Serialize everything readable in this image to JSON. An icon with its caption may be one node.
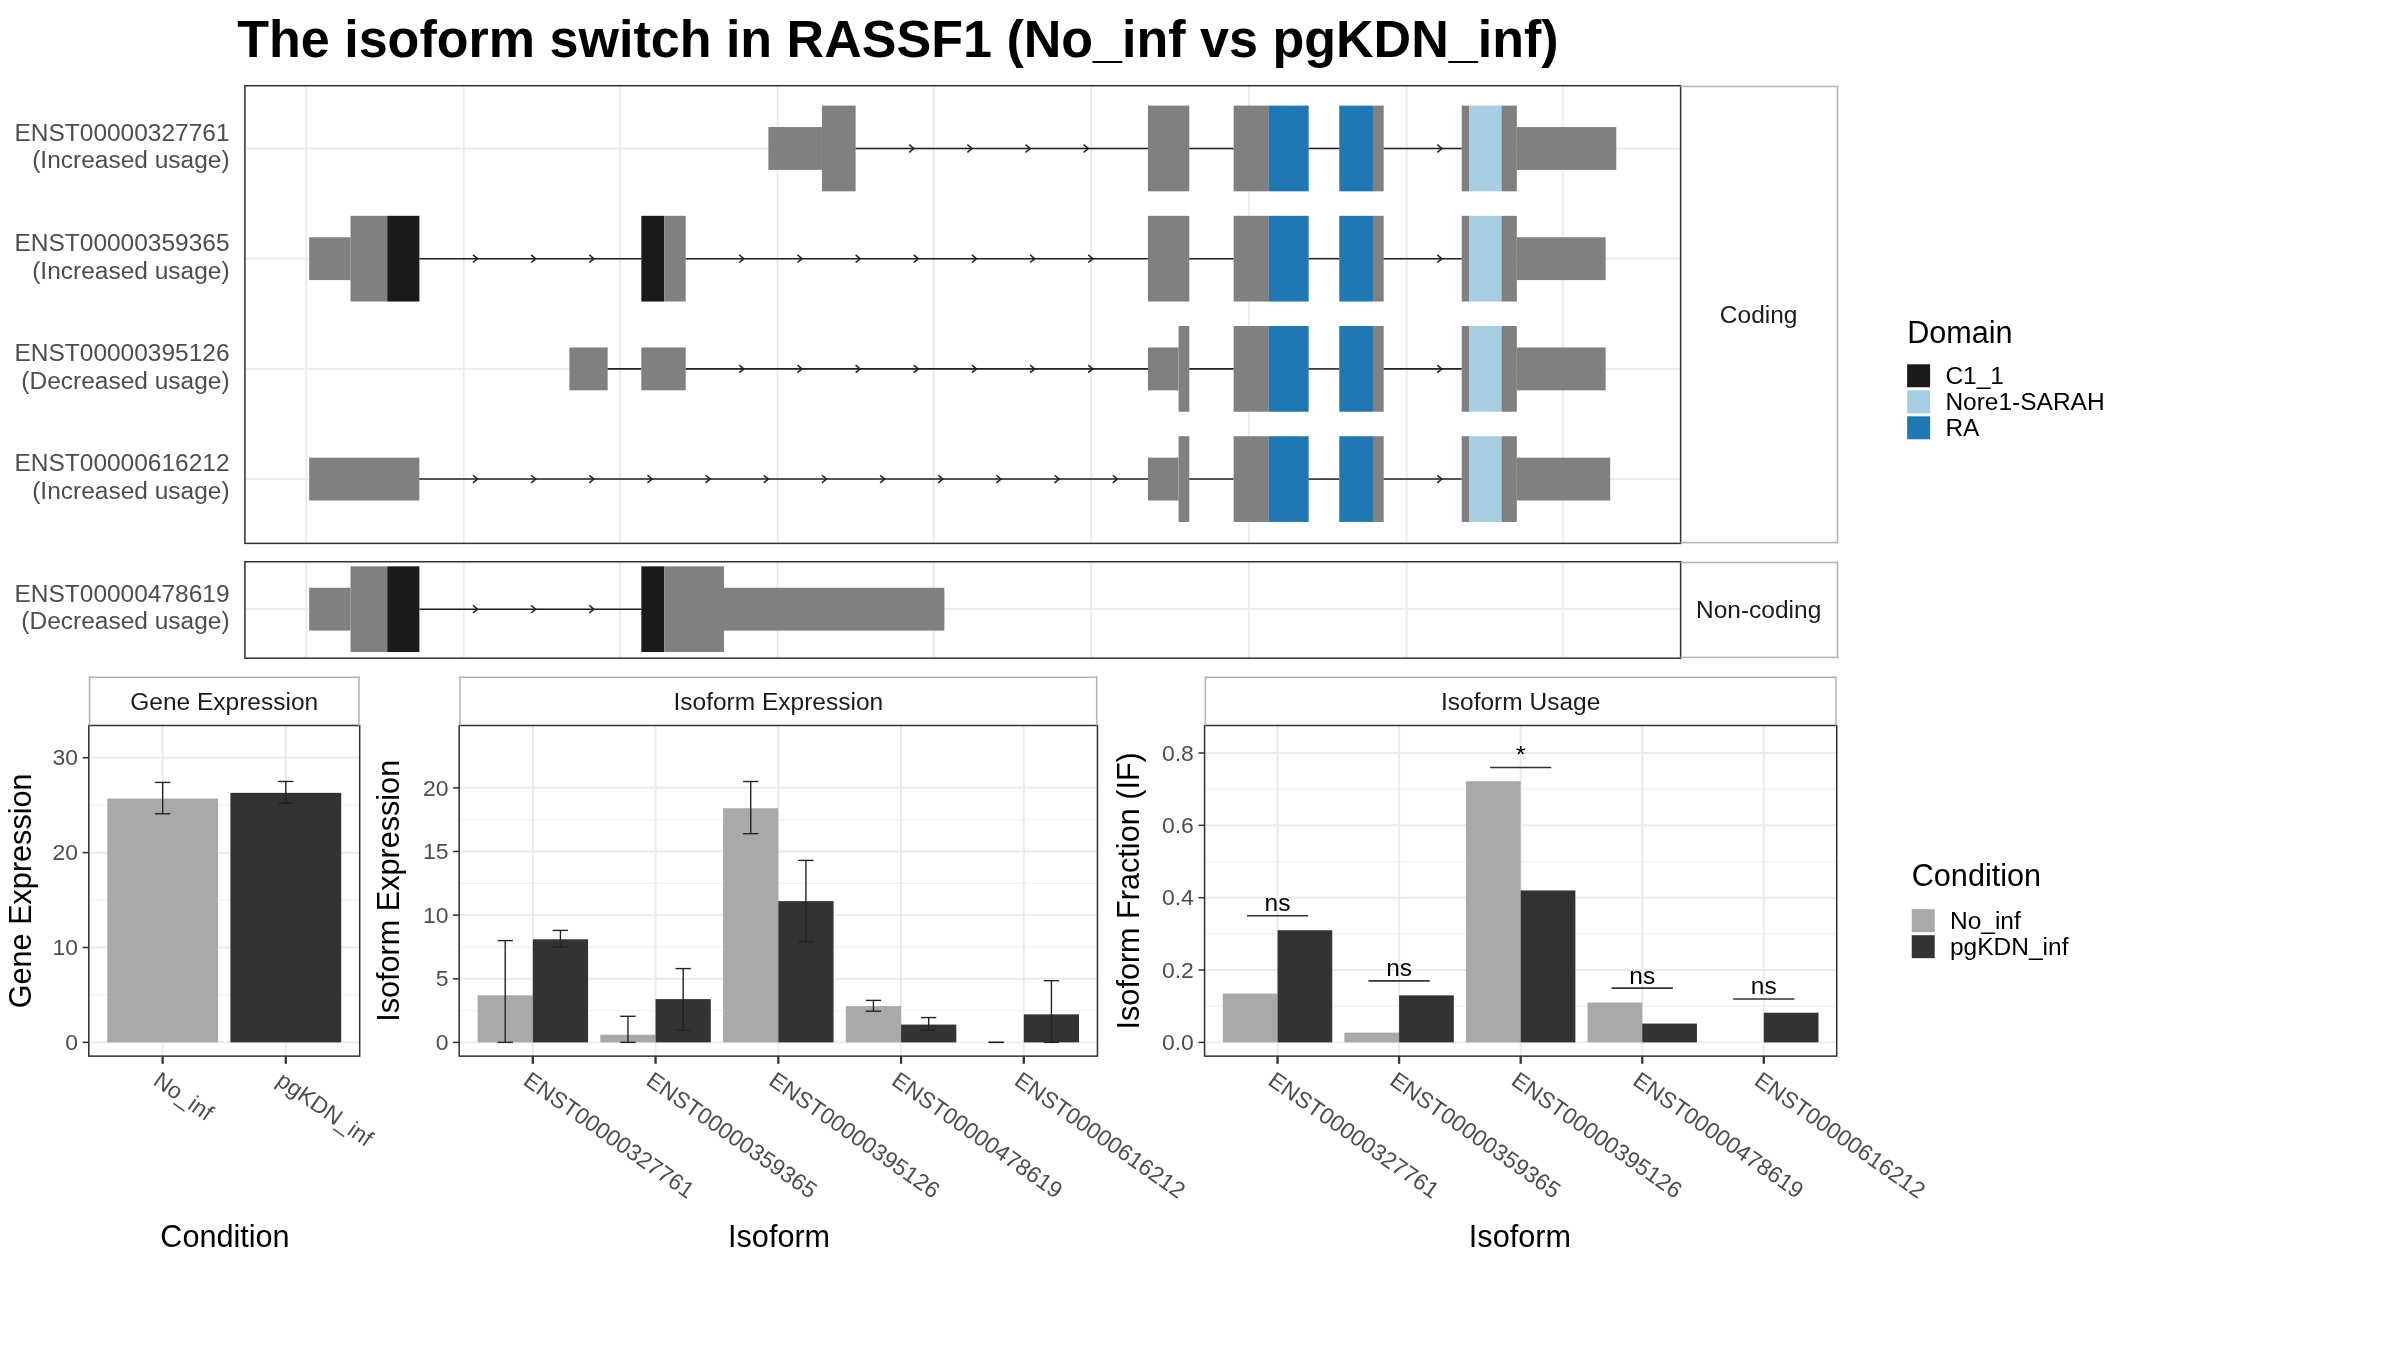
{
  "diagram": {
    "title": "The isoform switch in RASSF1 (No_inf vs pgKDN_inf)",
    "labels": [
      "ENST00000327761 (Increased usage)",
      "ENST00000359365 (Increased usage)",
      "ENST00000395126 (Decreased usage)",
      "ENST00000616212 (Increased usage)",
      "ENST00000478619 (Decreased usage)",
      "Coding",
      "Non-coding",
      "Domain",
      "Condition"
    ],
    "legend": [
      {
        "text": "C1_1",
        "color": "#1a1a1a"
      },
      {
        "text": "Nore1-SARAH",
        "color": "#a6cee3"
      },
      {
        "text": "RA",
        "color": "#1f78b4"
      },
      {
        "text": "No_inf",
        "color": "#a9a9a9"
      },
      {
        "text": "pgKDN_inf",
        "color": "#333333"
      }
    ],
    "chart_data": [
      {
        "type": "bar",
        "title": "Gene Expression",
        "xlabel": "Condition",
        "ylabel": "Gene Expression",
        "categories": [
          "No_inf",
          "pgKDN_inf"
        ],
        "grid": true,
        "series": [
          {
            "color": "#a9a9a9",
            "values": [
              25.7,
              null
            ],
            "errors": [
              [
                24.1,
                27.4
              ],
              null
            ]
          },
          {
            "color": "#333333",
            "values": [
              null,
              26.3
            ],
            "errors": [
              null,
              [
                25.2,
                27.5
              ]
            ]
          }
        ],
        "ylim": [
          -1.45,
          33.4
        ],
        "yticks": [
          0,
          10,
          20,
          30
        ]
      },
      {
        "type": "bar",
        "title": "Isoform Expression",
        "xlabel": "Isoform",
        "ylabel": "Isoform Expression",
        "categories": [
          "ENST00000327761",
          "ENST00000359365",
          "ENST00000395126",
          "ENST00000478619",
          "ENST00000616212"
        ],
        "grid": true,
        "series": [
          {
            "color": "#a9a9a9",
            "values": [
              3.7,
              0.6,
              18.4,
              2.85,
              0
            ],
            "errors": [
              [
                0,
                8.0
              ],
              [
                0,
                2.05
              ],
              [
                16.4,
                20.5
              ],
              [
                2.45,
                3.3
              ],
              [
                0,
                0
              ]
            ]
          },
          {
            "color": "#333333",
            "values": [
              8.1,
              3.4,
              11.1,
              1.4,
              2.2
            ],
            "errors": [
              [
                7.5,
                8.8
              ],
              [
                0.95,
                5.8
              ],
              [
                7.9,
                14.3
              ],
              [
                0.95,
                1.95
              ],
              [
                0,
                4.85
              ]
            ]
          }
        ],
        "ylim": [
          -1.08,
          24.9
        ],
        "yticks": [
          0,
          5,
          10,
          15,
          20
        ]
      },
      {
        "type": "bar",
        "title": "Isoform Usage",
        "xlabel": "Isoform",
        "ylabel": "Isoform Fraction (IF)",
        "categories": [
          "ENST00000327761",
          "ENST00000359365",
          "ENST00000395126",
          "ENST00000478619",
          "ENST00000616212"
        ],
        "grid": true,
        "series": [
          {
            "color": "#a9a9a9",
            "values": [
              0.135,
              0.027,
              0.722,
              0.11,
              0
            ]
          },
          {
            "color": "#333333",
            "values": [
              0.31,
              0.13,
              0.42,
              0.052,
              0.082
            ]
          }
        ],
        "ylim": [
          -0.038,
          0.876
        ],
        "yticks": [
          {
            "value": 0,
            "label": "0.0"
          },
          {
            "value": 0.2,
            "label": "0.2"
          },
          {
            "value": 0.4,
            "label": "0.4"
          },
          {
            "value": 0.6,
            "label": "0.6"
          },
          {
            "value": 0.8,
            "label": "0.8"
          }
        ],
        "annotations": [
          "ns",
          "ns",
          "*",
          "ns",
          "ns"
        ]
      }
    ]
  }
}
